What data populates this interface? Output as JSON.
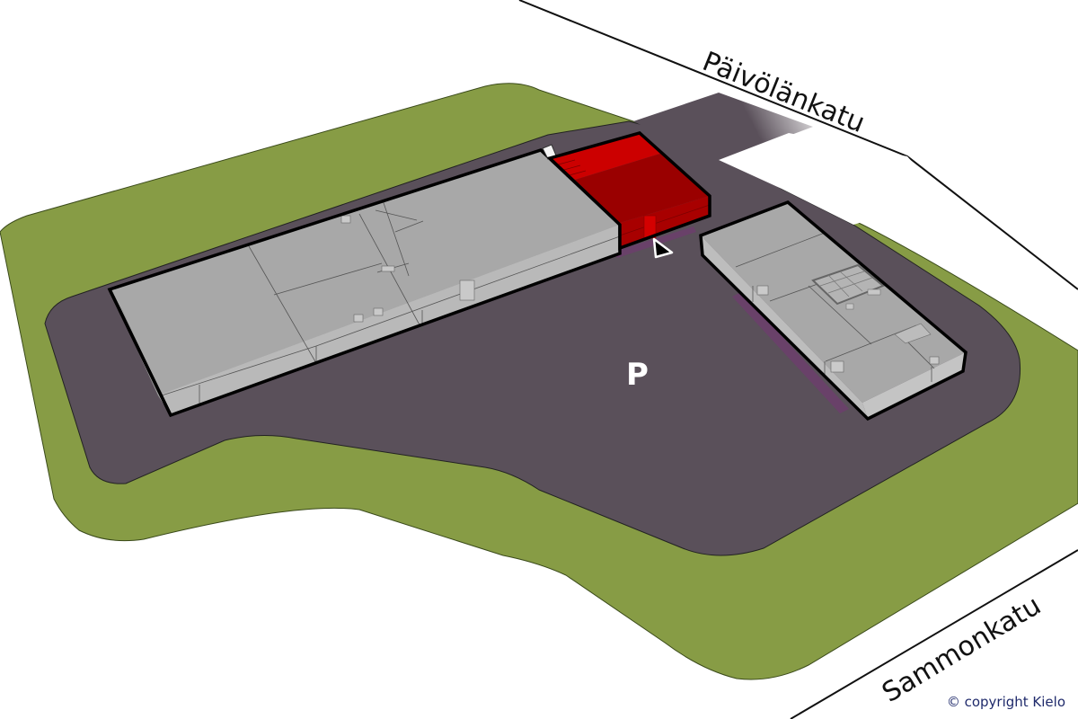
{
  "streets": {
    "north": "Päivölänkatu",
    "south": "Sammonkatu"
  },
  "parking": {
    "label": "P"
  },
  "copyright": "© copyright Kielo",
  "colors": {
    "background": "#ffffff",
    "grass": "#879c45",
    "asphalt": "#5a505a",
    "building_top": "#a8a8a8",
    "building_side": "#bdbdbd",
    "highlight_unit_top": "#9a0000",
    "highlight_unit_light": "#cc0000",
    "loading_zone": "#6a3f6a",
    "outline": "#000000",
    "copyright_text": "#1f2a6b"
  },
  "buildings": [
    {
      "name": "main-building",
      "highlighted_unit": true
    },
    {
      "name": "secondary-building",
      "highlighted_unit": false
    }
  ]
}
